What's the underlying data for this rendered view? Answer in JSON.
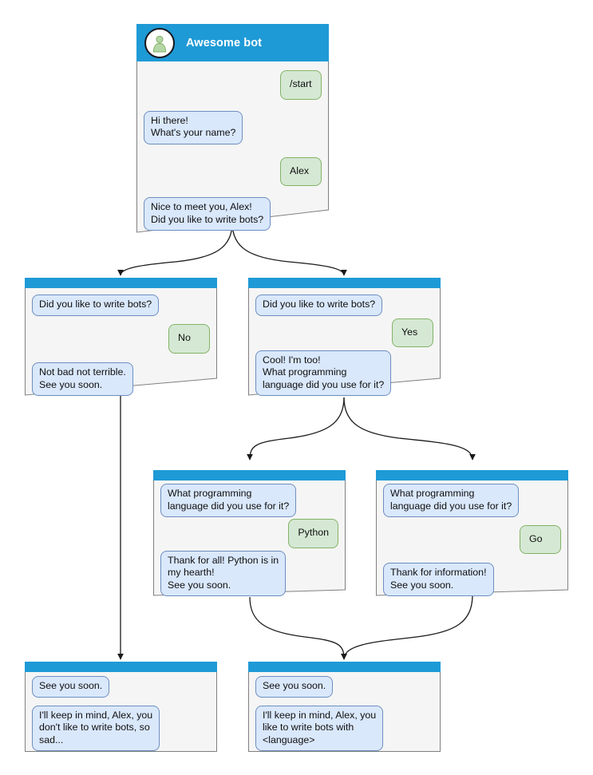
{
  "diagram": {
    "title": "Awesome bot conversation flow",
    "type": "flowchart",
    "colors": {
      "header_bar": "#1e9ad6",
      "panel_body": "#f5f5f5",
      "panel_border": "#808080",
      "bot_bubble_fill": "#dae8fc",
      "bot_bubble_border": "#6c8ebf",
      "user_bubble_fill": "#d5e8d4",
      "user_bubble_border": "#82b366",
      "connector": "#1a1a1a",
      "avatar_figure": "#b5d6a7",
      "background": "#ffffff"
    }
  },
  "nodes": {
    "root": {
      "id": "root",
      "bot_name": "Awesome bot",
      "avatar_icon": "person-avatar-icon",
      "messages": [
        {
          "sender": "user",
          "text": "/start"
        },
        {
          "sender": "bot",
          "text": "Hi there!\nWhat's your name?"
        },
        {
          "sender": "user",
          "text": "Alex"
        },
        {
          "sender": "bot",
          "text": "Nice to meet you, Alex!\nDid you like to write bots?"
        }
      ]
    },
    "no_branch": {
      "id": "no-branch",
      "messages": [
        {
          "sender": "bot",
          "text": "Did you like to write bots?"
        },
        {
          "sender": "user",
          "text": "No"
        },
        {
          "sender": "bot",
          "text": "Not bad not terrible.\nSee you soon."
        }
      ]
    },
    "yes_branch": {
      "id": "yes-branch",
      "messages": [
        {
          "sender": "bot",
          "text": "Did you like to write bots?"
        },
        {
          "sender": "user",
          "text": "Yes"
        },
        {
          "sender": "bot",
          "text": "Cool! I'm too!\nWhat programming\nlanguage did you use for it?"
        }
      ]
    },
    "python_branch": {
      "id": "python-branch",
      "messages": [
        {
          "sender": "bot",
          "text": "What programming\nlanguage did you use for it?"
        },
        {
          "sender": "user",
          "text": "Python"
        },
        {
          "sender": "bot",
          "text": "Thank for all! Python is in\nmy hearth!\nSee you soon."
        }
      ]
    },
    "go_branch": {
      "id": "go-branch",
      "messages": [
        {
          "sender": "bot",
          "text": "What programming\nlanguage did you use for it?"
        },
        {
          "sender": "user",
          "text": "Go"
        },
        {
          "sender": "bot",
          "text": "Thank for information!\nSee you soon."
        }
      ]
    },
    "end_no": {
      "id": "end-no",
      "messages": [
        {
          "sender": "bot",
          "text": "See you soon."
        },
        {
          "sender": "bot",
          "text": "I'll keep in mind, Alex, you\ndon't like to write bots, so\nsad..."
        }
      ]
    },
    "end_yes": {
      "id": "end-yes",
      "messages": [
        {
          "sender": "bot",
          "text": "See you soon."
        },
        {
          "sender": "bot",
          "text": "I'll keep in mind, Alex, you\nlike to write bots with\n<language>"
        }
      ]
    }
  }
}
